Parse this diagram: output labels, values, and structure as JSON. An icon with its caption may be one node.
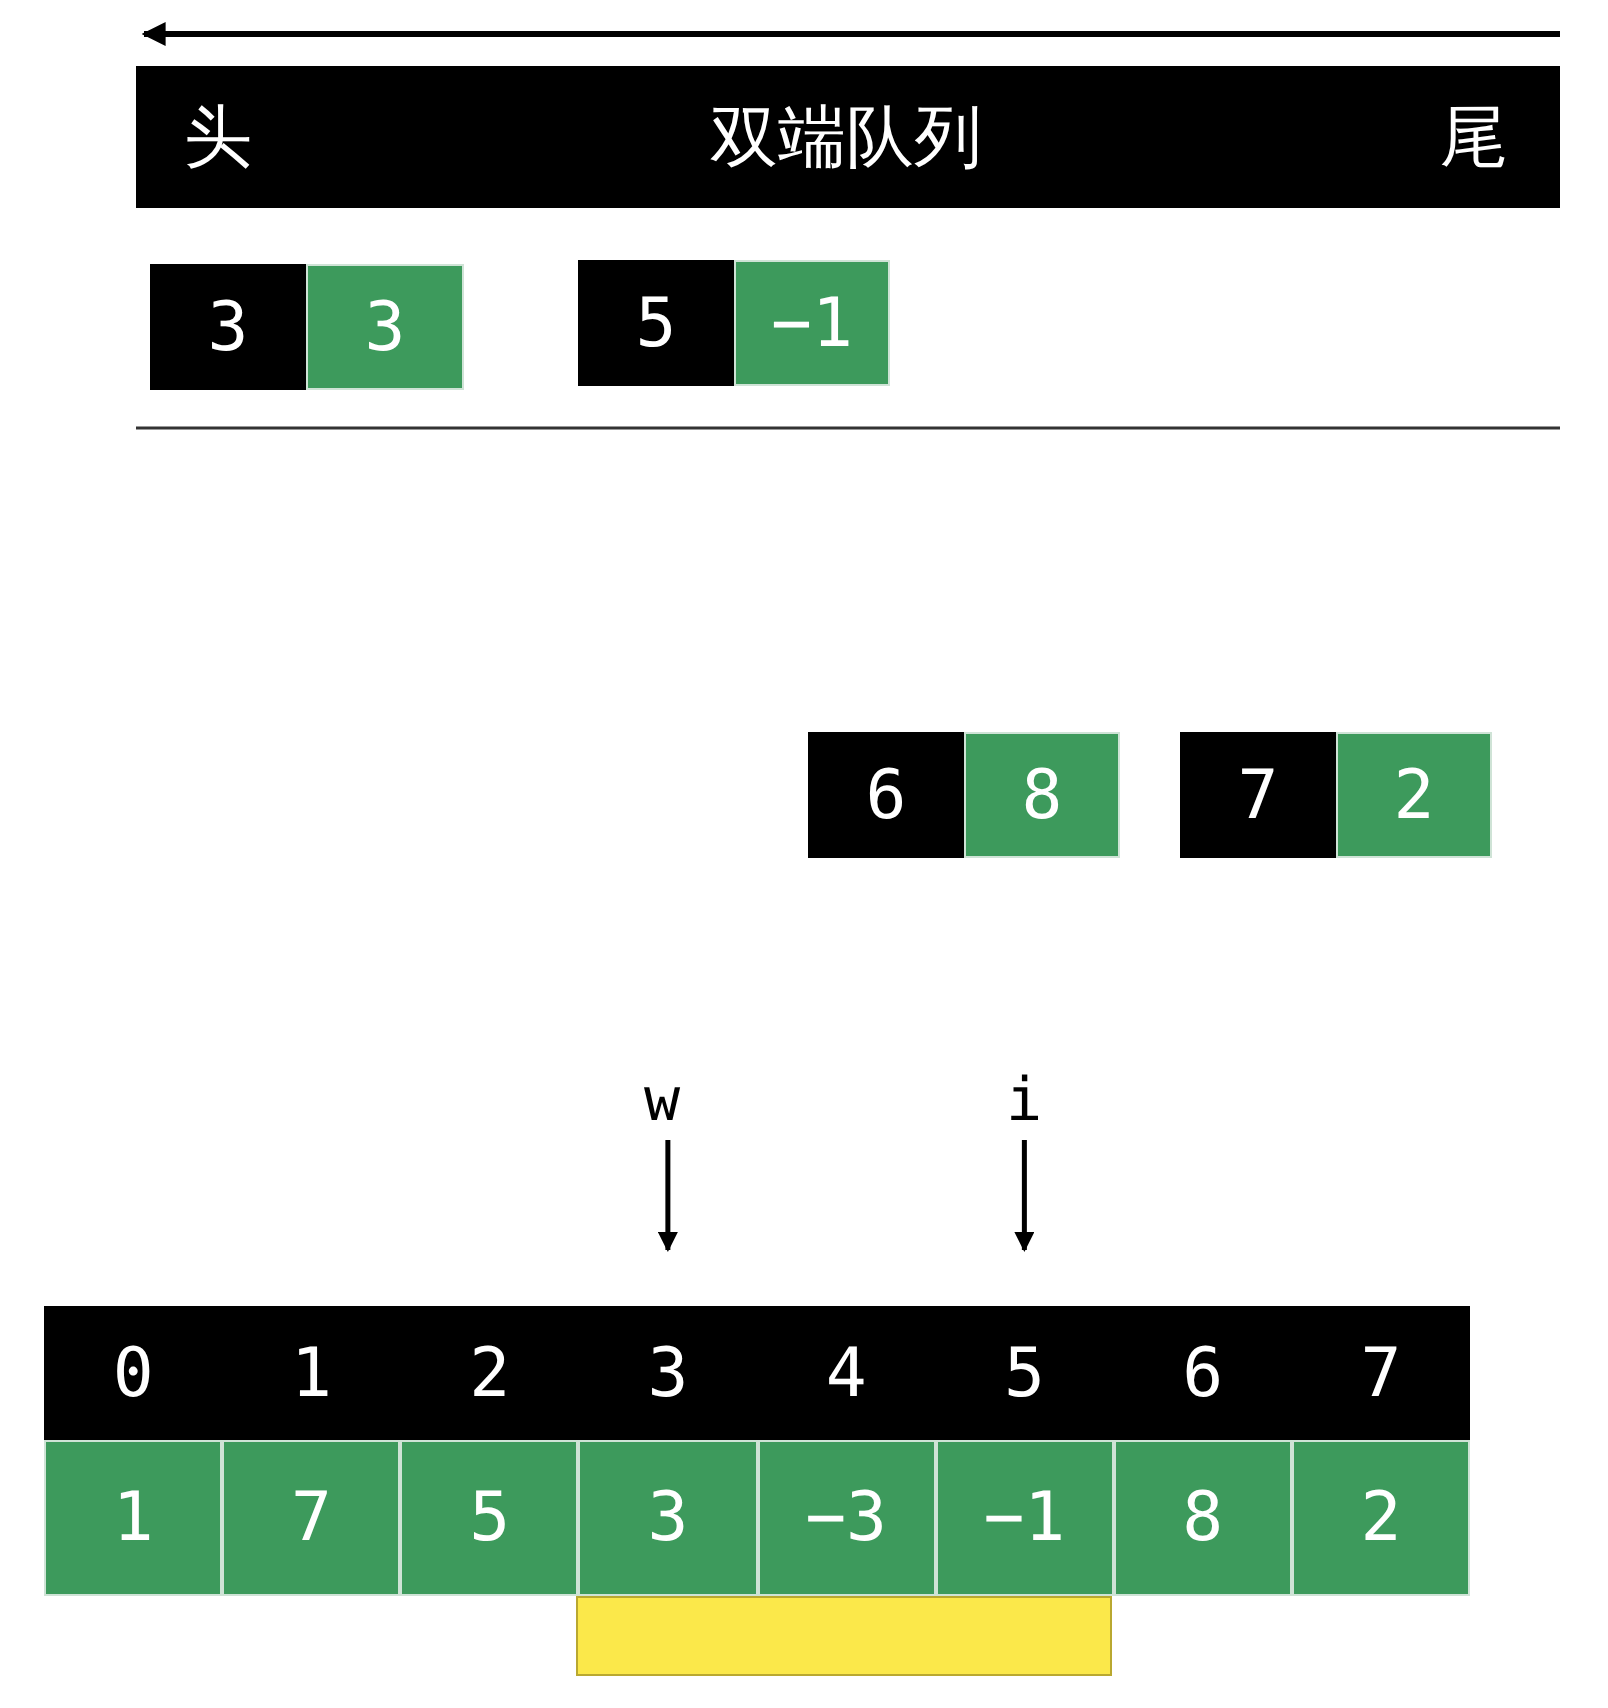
{
  "diagram": {
    "nodes": [
      {
        "text": [
          "头",
          "双端队列",
          "尾"
        ]
      },
      {
        "text": [
          "3"
        ]
      },
      {
        "text": [
          "3"
        ]
      },
      {
        "text": [
          "5"
        ]
      },
      {
        "text": [
          "−1"
        ]
      },
      {
        "text": [
          "6"
        ]
      },
      {
        "text": [
          "8"
        ]
      },
      {
        "text": [
          "7"
        ]
      },
      {
        "text": [
          "2"
        ]
      },
      {
        "text": [
          "w"
        ]
      },
      {
        "text": [
          "i"
        ]
      },
      {
        "text": [
          "0"
        ]
      },
      {
        "text": [
          "1"
        ]
      },
      {
        "text": [
          "2"
        ]
      },
      {
        "text": [
          "3"
        ]
      },
      {
        "text": [
          "4"
        ]
      },
      {
        "text": [
          "5"
        ]
      },
      {
        "text": [
          "6"
        ]
      },
      {
        "text": [
          "7"
        ]
      },
      {
        "text": [
          "1"
        ]
      },
      {
        "text": [
          "7"
        ]
      },
      {
        "text": [
          "5"
        ]
      },
      {
        "text": [
          "3"
        ]
      },
      {
        "text": [
          "−3"
        ]
      },
      {
        "text": [
          "−1"
        ]
      },
      {
        "text": [
          "8"
        ]
      },
      {
        "text": [
          "2"
        ]
      },
      {
        "text": [],
        "shape": "box"
      }
    ],
    "edges": [
      {
        "from": 9,
        "to": 14,
        "arrow": "to"
      },
      {
        "from": 10,
        "to": 16,
        "arrow": "to"
      }
    ]
  }
}
